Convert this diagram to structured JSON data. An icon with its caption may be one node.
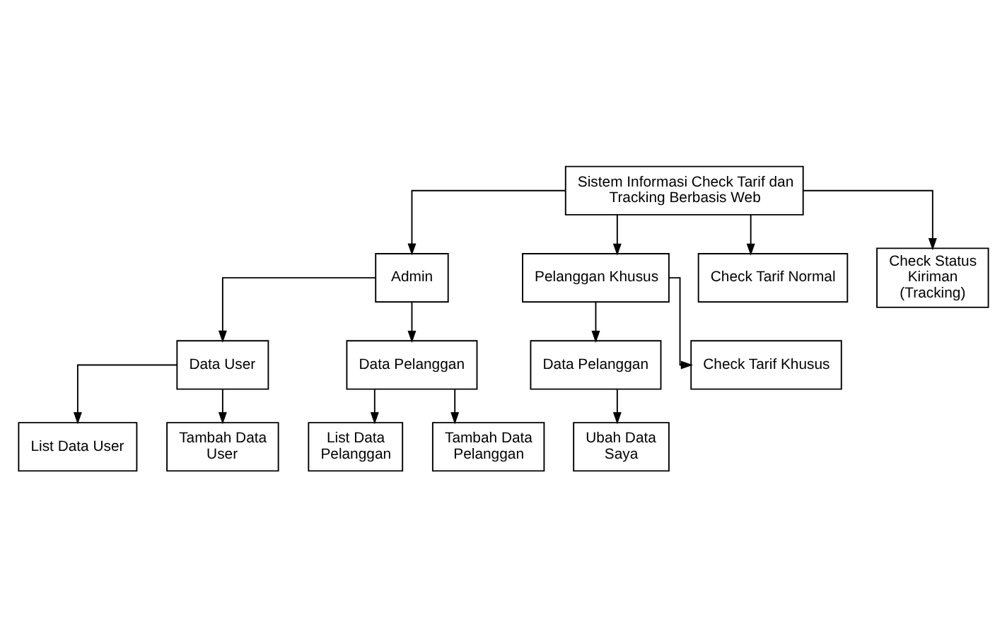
{
  "diagram": {
    "nodes": [
      {
        "text": [
          "Sistem Informasi Check Tarif dan Tracking Berbasis Web"
        ]
      },
      {
        "text": [
          "Admin"
        ]
      },
      {
        "text": [
          "Pelanggan Khusus"
        ]
      },
      {
        "text": [
          "Check Tarif Normal"
        ]
      },
      {
        "text": [
          "Check Status Kiriman (Tracking)"
        ]
      },
      {
        "text": [
          "Data User"
        ]
      },
      {
        "text": [
          "List Data User"
        ]
      },
      {
        "text": [
          "Tambah Data User"
        ]
      },
      {
        "text": [
          "Data Pelanggan"
        ]
      },
      {
        "text": [
          "List Data Pelanggan"
        ]
      },
      {
        "text": [
          "Tambah Data Pelanggan"
        ]
      },
      {
        "text": [
          "Data Pelanggan"
        ]
      },
      {
        "text": [
          "Ubah Data Saya"
        ]
      },
      {
        "text": [
          "Check Tarif Khusus"
        ]
      }
    ],
    "edges": [
      {
        "from": 0,
        "to": 1,
        "arrow": "to"
      },
      {
        "from": 0,
        "to": 2,
        "arrow": "to"
      },
      {
        "from": 0,
        "to": 3,
        "arrow": "to"
      },
      {
        "from": 0,
        "to": 4,
        "arrow": "to"
      },
      {
        "from": 1,
        "to": 5,
        "arrow": "to"
      },
      {
        "from": 5,
        "to": 6,
        "arrow": "to"
      },
      {
        "from": 5,
        "to": 7,
        "arrow": "to"
      },
      {
        "from": 1,
        "to": 8,
        "arrow": "to"
      },
      {
        "from": 8,
        "to": 9,
        "arrow": "to"
      },
      {
        "from": 8,
        "to": 10,
        "arrow": "to"
      },
      {
        "from": 2,
        "to": 11,
        "arrow": "to"
      },
      {
        "from": 11,
        "to": 12,
        "arrow": "to"
      },
      {
        "from": 2,
        "to": 13,
        "arrow": "to"
      }
    ]
  }
}
